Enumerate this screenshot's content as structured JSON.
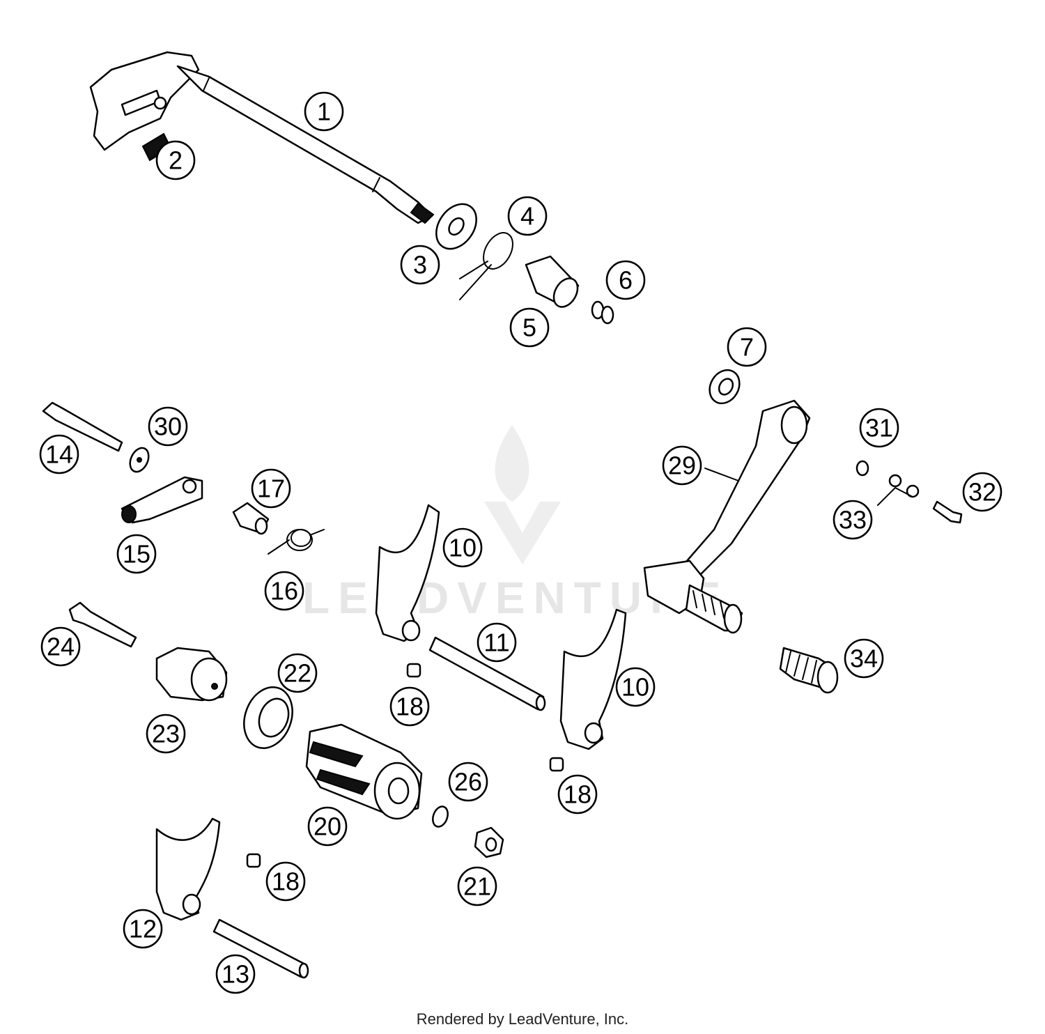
{
  "watermark": {
    "text": "LEADVENTURE"
  },
  "callouts": [
    "1",
    "2",
    "3",
    "4",
    "5",
    "6",
    "7",
    "10",
    "10",
    "11",
    "12",
    "13",
    "14",
    "15",
    "16",
    "17",
    "18",
    "18",
    "18",
    "20",
    "21",
    "22",
    "23",
    "24",
    "26",
    "29",
    "30",
    "31",
    "32",
    "33",
    "34"
  ],
  "footer": {
    "credit": "Rendered by LeadVenture, Inc."
  }
}
